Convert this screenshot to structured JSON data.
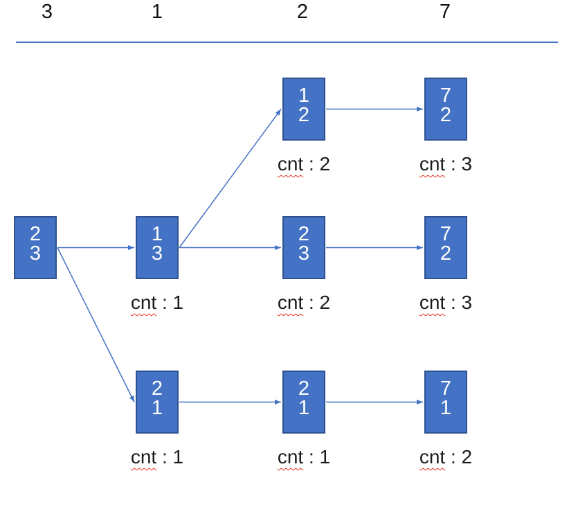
{
  "header": {
    "numbers": [
      "3",
      "1",
      "2",
      "7"
    ]
  },
  "colors": {
    "node_fill": "#4472c4",
    "node_border": "#2f528f",
    "edge": "#4472c4",
    "divider": "#4472c4",
    "label_text": "#1a1a1a",
    "squiggle": "#e0301e",
    "node_text": "#ffffff"
  },
  "diagram": {
    "nodes": [
      {
        "id": "n0",
        "col": 0,
        "row": 1,
        "values": [
          "2",
          "3"
        ],
        "cnt": null
      },
      {
        "id": "n1",
        "col": 1,
        "row": 1,
        "values": [
          "1",
          "3"
        ],
        "cnt": "cnt : 1"
      },
      {
        "id": "n2",
        "col": 2,
        "row": 0,
        "values": [
          "1",
          "2"
        ],
        "cnt": "cnt : 2"
      },
      {
        "id": "n3",
        "col": 3,
        "row": 0,
        "values": [
          "7",
          "2"
        ],
        "cnt": "cnt : 3"
      },
      {
        "id": "n4",
        "col": 2,
        "row": 1,
        "values": [
          "2",
          "3"
        ],
        "cnt": "cnt : 2"
      },
      {
        "id": "n5",
        "col": 3,
        "row": 1,
        "values": [
          "7",
          "2"
        ],
        "cnt": "cnt : 3"
      },
      {
        "id": "n6",
        "col": 1,
        "row": 2,
        "values": [
          "2",
          "1"
        ],
        "cnt": "cnt : 1"
      },
      {
        "id": "n7",
        "col": 2,
        "row": 2,
        "values": [
          "2",
          "1"
        ],
        "cnt": "cnt : 1"
      },
      {
        "id": "n8",
        "col": 3,
        "row": 2,
        "values": [
          "7",
          "1"
        ],
        "cnt": "cnt : 2"
      }
    ],
    "edges": [
      {
        "from": "n0",
        "to": "n1"
      },
      {
        "from": "n0",
        "to": "n6"
      },
      {
        "from": "n1",
        "to": "n2"
      },
      {
        "from": "n1",
        "to": "n4"
      },
      {
        "from": "n2",
        "to": "n3"
      },
      {
        "from": "n4",
        "to": "n5"
      },
      {
        "from": "n6",
        "to": "n7"
      },
      {
        "from": "n7",
        "to": "n8"
      }
    ]
  }
}
